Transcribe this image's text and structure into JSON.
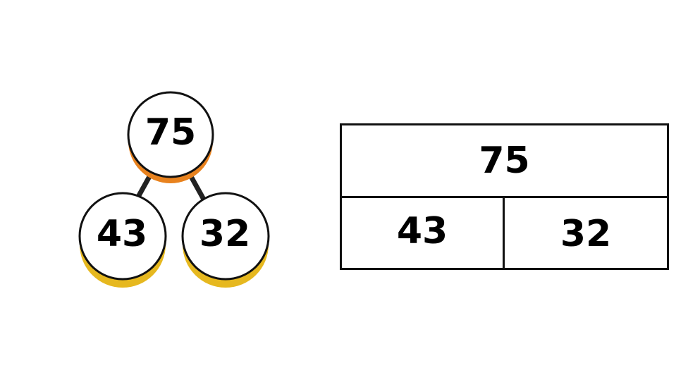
{
  "number_bond": {
    "whole": "75",
    "part_left": "43",
    "part_right": "32",
    "colors": {
      "whole_accent": "#e8821e",
      "part_accent": "#e6b81f",
      "outline": "#111111"
    }
  },
  "bar_model": {
    "whole": "75",
    "part_left": "43",
    "part_right": "32"
  }
}
